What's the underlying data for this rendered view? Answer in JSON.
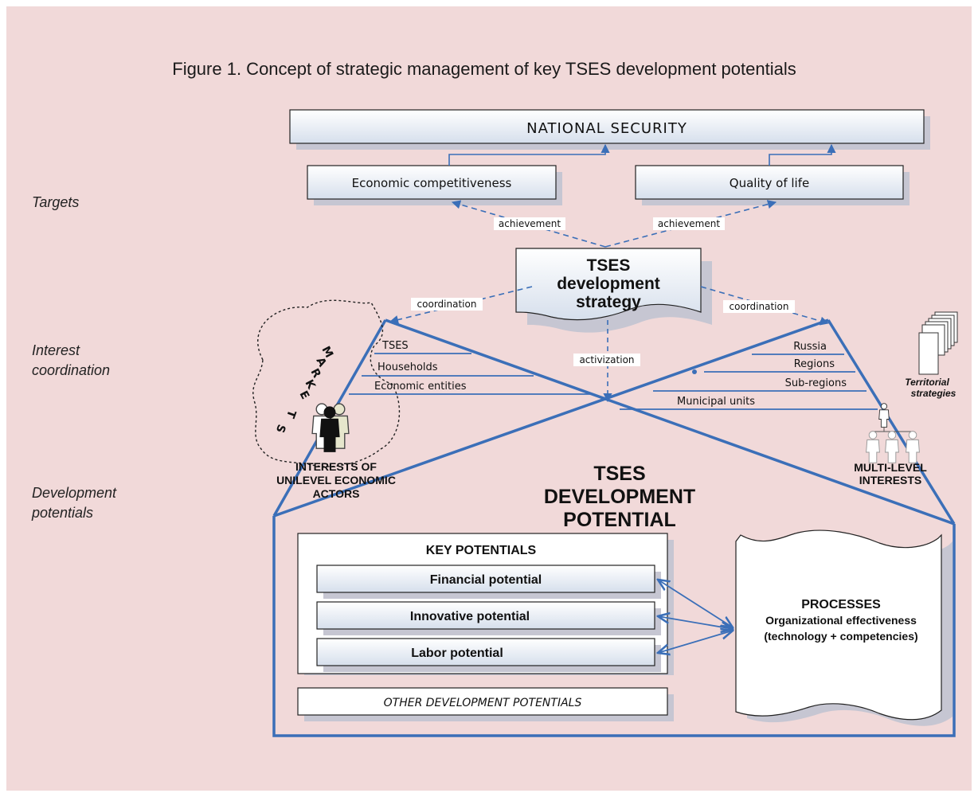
{
  "title": "Figure 1. Concept of strategic management of key TSES development potentials",
  "rows": {
    "targets": "Targets",
    "interest_line1": "Interest",
    "interest_line2": "coordination",
    "dev_line1": "Development",
    "dev_line2": "potentials"
  },
  "boxes": {
    "national_security": "NATIONAL SECURITY",
    "economic_competitiveness": "Economic competitiveness",
    "quality_of_life": "Quality of life",
    "strategy_line1": "TSES",
    "strategy_line2": "development",
    "strategy_line3": "strategy"
  },
  "arrows": {
    "achievement_left": "achievement",
    "achievement_right": "achievement",
    "coordination_left": "coordination",
    "coordination_right": "coordination",
    "activization": "activization"
  },
  "left_levels": [
    "TSES",
    "Households",
    "Economic entities"
  ],
  "right_levels": [
    "Russia",
    "Regions",
    "Sub-regions",
    "Municipal units"
  ],
  "markets": [
    "M",
    "A",
    "R",
    "K",
    "E",
    "T",
    "S"
  ],
  "left_caption": [
    "INTERESTS OF",
    "UNILEVEL ECONOMIC",
    "ACTORS"
  ],
  "right_caption": [
    "MULTI-LEVEL",
    "INTERESTS"
  ],
  "territorial": [
    "Territorial",
    "strategies"
  ],
  "potential_title": [
    "TSES",
    "DEVELOPMENT",
    "POTENTIAL"
  ],
  "key_potentials": {
    "header": "KEY POTENTIALS",
    "items": [
      "Financial potential",
      "Innovative potential",
      "Labor potential"
    ]
  },
  "other": "OTHER DEVELOPMENT POTENTIALS",
  "processes": {
    "title": "PROCESSES",
    "line1": "Organizational effectiveness",
    "line2": "(technology + competencies)"
  },
  "colors": {
    "background": "#f1d9d9",
    "line_blue": "#3b6fb8",
    "box_gradient_top": "#ffffff",
    "box_gradient_bottom": "#d9e2ee",
    "shadow": "#c6c6d2"
  }
}
